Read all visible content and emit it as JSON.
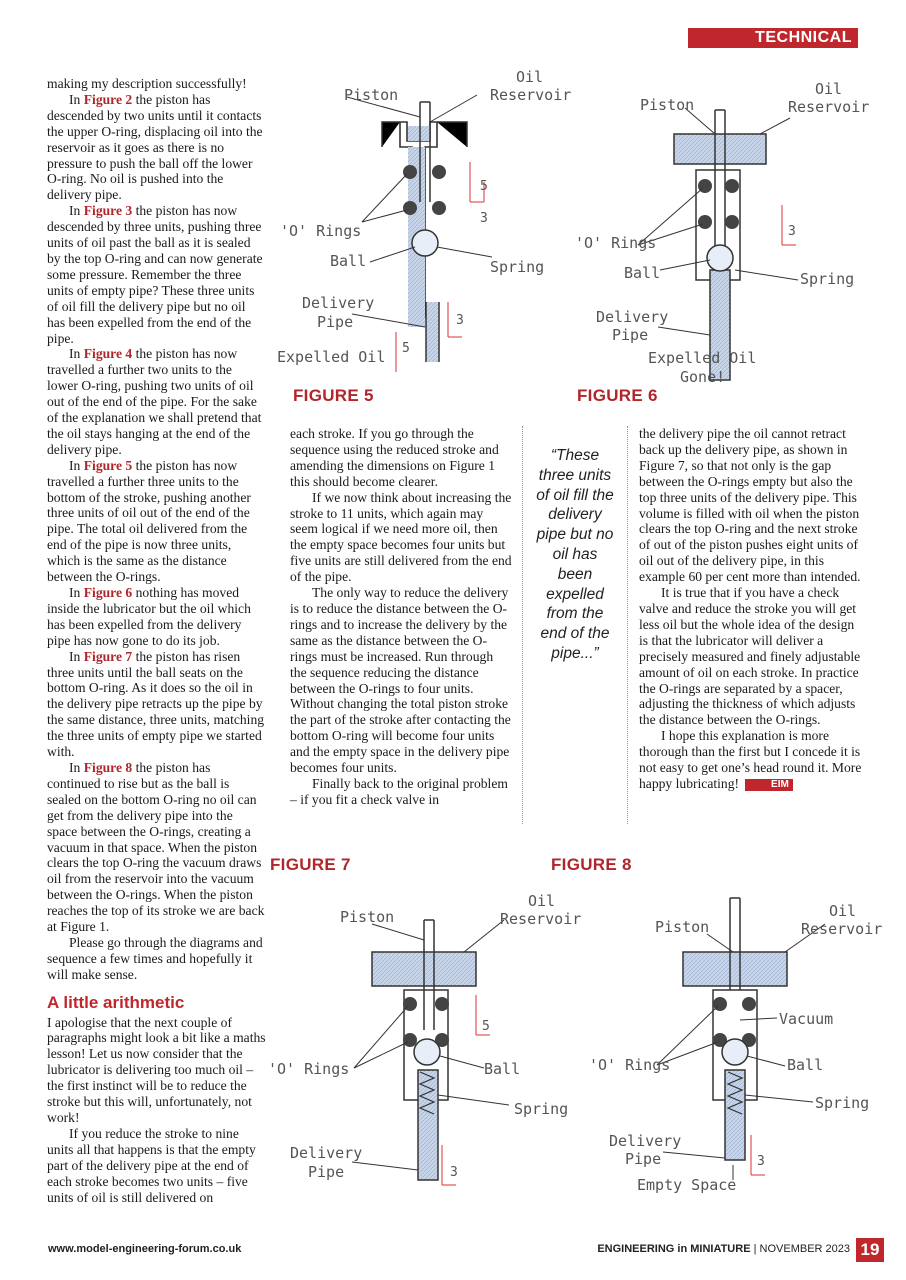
{
  "header": {
    "section": "TECHNICAL"
  },
  "column1": {
    "p1": "making my description successfully!",
    "p2_pre": "In ",
    "p2_fig": "Figure 2",
    "p2_post": " the piston has descended by two units until it contacts the upper O-ring, displacing oil into the reservoir as it goes as there is no pressure to push the ball off the lower O-ring. No oil is pushed into the delivery pipe.",
    "p3_pre": "In ",
    "p3_fig": "Figure 3",
    "p3_post": " the piston has now descended by three units, pushing three units of oil past the ball as it is sealed by the top O-ring and can now generate some pressure. Remember the three units of empty pipe? These three units of oil fill the delivery pipe but no oil has been expelled from the end of the pipe.",
    "p4_pre": "In ",
    "p4_fig": "Figure 4",
    "p4_post": " the piston has now travelled a further two units to the lower O-ring, pushing two units of oil out of the end of the pipe. For the sake of the explanation we shall pretend that the oil stays hanging at the end of the delivery pipe.",
    "p5_pre": "In ",
    "p5_fig": "Figure 5",
    "p5_post": " the piston has now travelled a further three units to the bottom of the stroke, pushing another three units of oil out of the end of the pipe. The total oil delivered from the end of the pipe is now three units, which is the same as the distance between the O-rings.",
    "p6_pre": "In ",
    "p6_fig": "Figure 6",
    "p6_post": " nothing has moved inside the lubricator but the oil which has been expelled from the delivery pipe has now gone to do its job.",
    "p7_pre": "In ",
    "p7_fig": "Figure 7",
    "p7_post": " the piston has risen three units until the ball seats on the bottom O-ring. As it does so the oil in the delivery pipe retracts up the pipe by the same distance, three units, matching the three units of empty pipe we started with.",
    "p8_pre": "In ",
    "p8_fig": "Figure 8",
    "p8_post": " the piston has continued to rise but as the ball is sealed on the bottom O-ring no oil can get from the delivery pipe into the space between the O-rings, creating a vacuum in that space. When the piston clears the top O-ring the vacuum draws oil from the reservoir into the vacuum between the O-rings. When the piston reaches the top of its stroke we are back at Figure 1.",
    "p9": "Please go through the diagrams and sequence a few times and hopefully it will make sense.",
    "heading": "A little arithmetic",
    "p10": "I apologise that the next couple of paragraphs might look a bit like a maths lesson! Let us now consider that the lubricator is delivering too much oil – the first instinct will be to reduce the stroke but this will, unfortunately, not work!",
    "p11": "If you reduce the stroke to nine units all that happens is that the empty part of the delivery pipe at the end of each stroke becomes two units – five units of oil is still delivered on"
  },
  "column2": {
    "p1": "each stroke. If you go through the sequence using the reduced stroke and amending the dimensions on Figure 1 this should become clearer.",
    "p2": "If we now think about increasing the stroke to 11 units, which again may seem logical if we need more oil, then the empty space becomes four units but five units are still delivered from the end of the pipe.",
    "p3": "The only way to reduce the delivery is to reduce the distance between the O-rings and to increase the delivery by the same as the distance between the O-rings must be increased. Run through the sequence reducing the distance between the O-rings to four units. Without changing the total piston stroke the part of the stroke after contacting the bottom O-ring will become four units and the empty space in the delivery pipe becomes four units.",
    "p4": "Finally back to the original problem – if you fit a check valve in"
  },
  "pullquote": "“These three units of oil fill the delivery pipe but no oil has been expelled from the end of the pipe...”",
  "column3": {
    "p1": "the delivery pipe the oil cannot retract back up the delivery pipe, as shown in Figure 7, so that not only is the gap between the O-rings empty but also the top three units of the delivery pipe. This volume is filled with oil when the piston clears the top O-ring and the next stroke of out of the piston pushes eight units of oil out of the delivery pipe, in this example 60 per cent more than intended.",
    "p2": "It is true that if you have a check valve and reduce the stroke you will get less oil but the whole idea of the design is that the lubricator will deliver a precisely measured and finely adjustable amount of oil on each stroke. In practice the O-rings are separated by a spacer, adjusting the thickness of which adjusts the distance between the O-rings.",
    "p3": "I hope this explanation is more thorough than the first but I concede it is not easy to get one’s head round it. More happy lubricating!",
    "end_badge": "EIM"
  },
  "figures": {
    "fig5": {
      "caption": "FIGURE 5",
      "labels": {
        "piston": "Piston",
        "oil": "Oil",
        "reservoir": "Reservoir",
        "orings": "'O' Rings",
        "ball": "Ball",
        "spring": "Spring",
        "delivery": "Delivery",
        "pipe": "Pipe",
        "expelled": "Expelled Oil"
      },
      "dims": [
        "5",
        "3",
        "3",
        "5"
      ]
    },
    "fig6": {
      "caption": "FIGURE 6",
      "labels": {
        "piston": "Piston",
        "oil": "Oil",
        "reservoir": "Reservoir",
        "orings": "'O' Rings",
        "ball": "Ball",
        "spring": "Spring",
        "delivery": "Delivery",
        "pipe": "Pipe",
        "expelled": "Expelled Oil",
        "gone": "Gone!"
      },
      "dims": [
        "3"
      ]
    },
    "fig7": {
      "caption": "FIGURE 7",
      "labels": {
        "piston": "Piston",
        "oil": "Oil",
        "reservoir": "Reservoir",
        "orings": "'O' Rings",
        "ball": "Ball",
        "spring": "Spring",
        "delivery": "Delivery",
        "pipe": "Pipe"
      },
      "dims": [
        "5",
        "3"
      ]
    },
    "fig8": {
      "caption": "FIGURE 8",
      "labels": {
        "piston": "Piston",
        "oil": "Oil",
        "reservoir": "Reservoir",
        "vacuum": "Vacuum",
        "orings": "'O' Rings",
        "ball": "Ball",
        "spring": "Spring",
        "delivery": "Delivery",
        "pipe": "Pipe",
        "empty": "Empty Space"
      },
      "dims": [
        "3"
      ]
    }
  },
  "footer": {
    "url": "www.model-engineering-forum.co.uk",
    "mag_bold": "ENGINEERING in MINIATURE",
    "mag_rest": " | NOVEMBER 2023",
    "page": "19"
  }
}
